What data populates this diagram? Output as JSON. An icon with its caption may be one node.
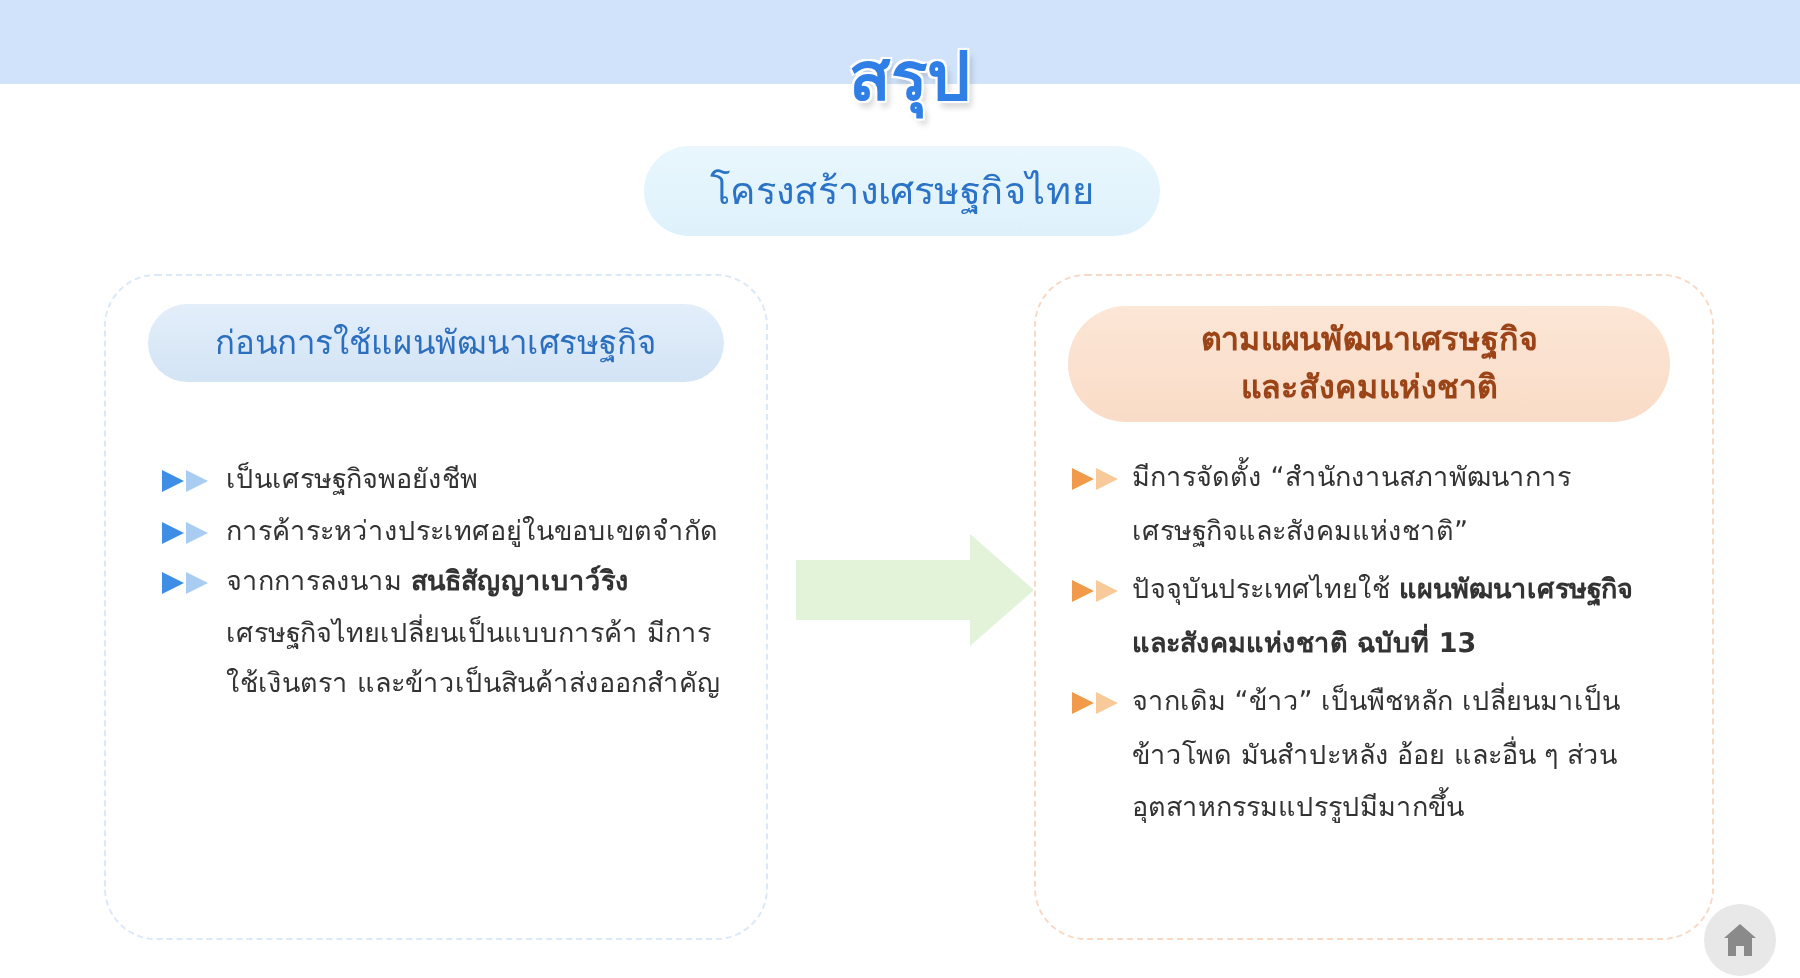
{
  "diagram": {
    "title": "สรุป",
    "nodes": [
      {
        "text": [
          "โครงสร้างเศรษฐกิจไทย"
        ]
      },
      {
        "text": [
          "เป็นเศรษฐกิจพอยังชีพ",
          "การค้าระหว่างประเทศอยู่ในขอบเขตจำกัด",
          "จากการลงนาม **สนธิสัญญาเบาว์ริง** เศรษฐกิจไทยเปลี่ยนเป็นแบบการค้า มีการใช้เงินตรา และข้าวเป็นสินค้าส่งออกสำคัญ"
        ]
      },
      {
        "text": [
          "ก่อนการใช้แผนพัฒนาเศรษฐกิจ"
        ],
        "in": 1
      },
      {
        "text": [
          "มีการจัดตั้ง “สำนักงานสภาพัฒนาการเศรษฐกิจและสังคมแห่งชาติ”",
          "ปัจจุบันประเทศไทยใช้ **แผนพัฒนาเศรษฐกิจและสังคมแห่งชาติ ฉบับที่ 13**",
          "จากเดิม “ข้าว” เป็นพืชหลัก เปลี่ยนมาเป็นข้าวโพด มันสำปะหลัง อ้อย และอื่น ๆ ส่วนอุตสาหกรรมแปรรูปมีมากขึ้น"
        ]
      },
      {
        "text": [
          "ตามแผนพัฒนาเศรษฐกิจและสังคมแห่งชาติ"
        ],
        "in": 3
      }
    ],
    "edges": [
      {
        "from": 1,
        "to": 3,
        "arrow": "to"
      }
    ]
  }
}
